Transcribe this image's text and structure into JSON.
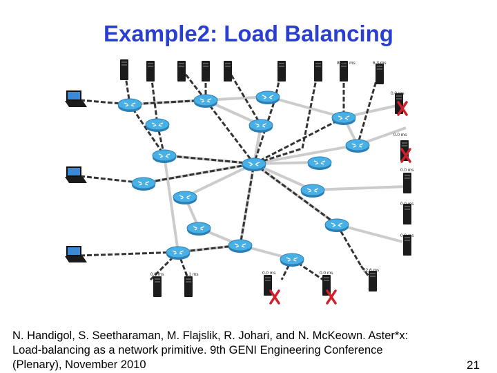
{
  "slide": {
    "title": "Example2: Load Balancing",
    "citation_lines": [
      "N. Handigol, S. Seetharaman, M. Flajslik, R. Johari, and N. McKeown. Aster*x:",
      "Load-balancing as a network primitive.  9th GENI Engineering Conference",
      "(Plenary), November 2010"
    ],
    "slide_number": "21"
  },
  "diagram": {
    "latency_labels": [
      "834.9 ms",
      "6.3 ms",
      "0.0 ms",
      "0.0 ms",
      "0.0 ms",
      "0.0 ms",
      "0.0 ms",
      "0.0 ms",
      "0.1 ms",
      "0.0 ms",
      "0.0 ms",
      "22.6 ms"
    ],
    "colors": {
      "router": "#3aa0d8",
      "server": "#1c1c1c",
      "failed_mark": "#d0202a",
      "link": "#c8c8c8",
      "flow": "#333333"
    }
  }
}
